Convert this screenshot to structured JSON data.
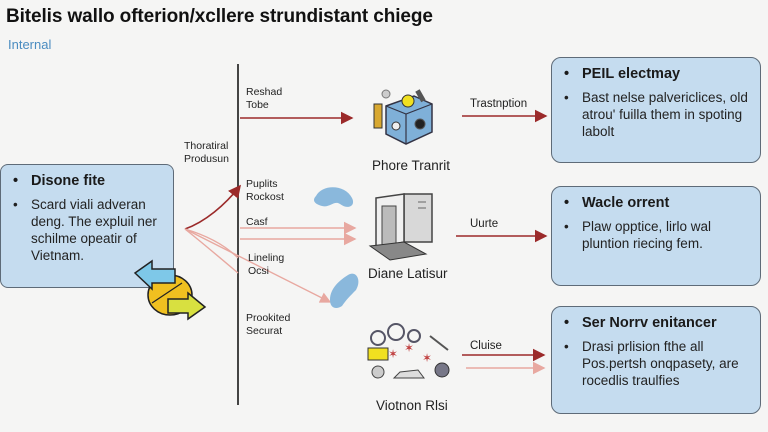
{
  "header": {
    "title": "Bitelis wallo ofterion/xcllere strundistant chiege",
    "subtitle": "Internal"
  },
  "left_box": {
    "heading": "Disone fite",
    "body": "Scard viali adveran deng. The expluil ner schilme opeatir of Vietnam.",
    "bullet": "•"
  },
  "axis_labels": {
    "top_left": "Thoratiral Produsun",
    "reshad": "Reshad Tobe",
    "puplits": "Puplits Rockost",
    "casf": "Casf",
    "lineling": "Lineling Ocsi",
    "prookited": "Prookited Securat"
  },
  "nodes": [
    {
      "caption": "Phore Tranrit",
      "icon": "machine-icon",
      "arrow_label": "Trastnption"
    },
    {
      "caption": "Diane Latisur",
      "icon": "computer-icon",
      "arrow_label": "Uurte"
    },
    {
      "caption": "Viotnon Rlsi",
      "icon": "tools-cluster-icon",
      "arrow_label": "Cluise"
    }
  ],
  "right_boxes": [
    {
      "heading": "PEIL electmay",
      "body": "Bast nelse palvericlices, old atrou' fuilla them in spoting labolt",
      "bullet": "•"
    },
    {
      "heading": "Wacle orrent",
      "body": "Plaw opptice, lirlo wal pluntion riecing fem.",
      "bullet": "•"
    },
    {
      "heading": "Ser Norrv enitancer",
      "body": "Drasi prlision fthe all Pos.pertsh onqpasety, are rocedlis traulfies",
      "bullet": "•"
    }
  ],
  "colors": {
    "box_fill": "#c5dcef",
    "box_border": "#5e6b78",
    "arrow_dark": "#9b2a2a",
    "arrow_light": "#e8a8a0",
    "subtitle": "#4a8cc0",
    "blob": "#8ab8dc"
  }
}
